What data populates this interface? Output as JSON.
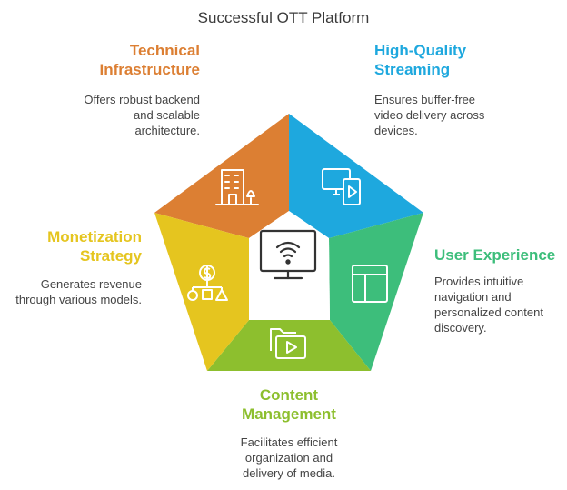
{
  "title": "Successful OTT Platform",
  "colors": {
    "technical": "#DC7F33",
    "streaming": "#1EA8DE",
    "experience": "#3DBE7B",
    "content": "#8DBF2E",
    "monetization": "#E5C51F"
  },
  "segments": [
    {
      "key": "technical",
      "heading_line1": "Technical",
      "heading_line2": "Infrastructure",
      "desc_lines": [
        "Offers robust backend",
        "and scalable",
        "architecture."
      ],
      "icon": "building-icon"
    },
    {
      "key": "streaming",
      "heading_line1": "High-Quality",
      "heading_line2": "Streaming",
      "desc_lines": [
        "Ensures buffer-free",
        "video delivery across",
        "devices."
      ],
      "icon": "devices-icon"
    },
    {
      "key": "experience",
      "heading_line1": "User Experience",
      "heading_line2": "",
      "desc_lines": [
        "Provides intuitive",
        "navigation and",
        "personalized content",
        "discovery."
      ],
      "icon": "layout-icon"
    },
    {
      "key": "content",
      "heading_line1": "Content",
      "heading_line2": "Management",
      "desc_lines": [
        "Facilitates efficient",
        "organization and",
        "delivery of media."
      ],
      "icon": "folder-video-icon"
    },
    {
      "key": "monetization",
      "heading_line1": "Monetization",
      "heading_line2": "Strategy",
      "desc_lines": [
        "Generates revenue",
        "through various models."
      ],
      "icon": "revenue-flow-icon"
    }
  ],
  "center_icon": "smart-tv-icon"
}
